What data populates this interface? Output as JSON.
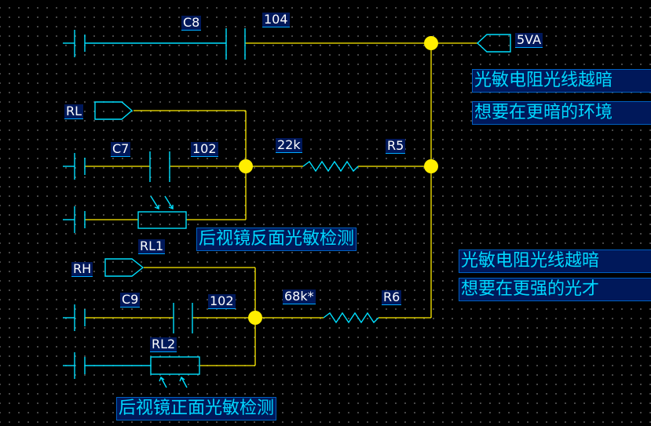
{
  "labels": {
    "c8": "C8",
    "c8_value": "104",
    "net_5va": "5VA",
    "net_rl": "RL",
    "c7": "C7",
    "c7_value": "102",
    "r5_value": "22k",
    "r5": "R5",
    "rl1": "RL1",
    "net_rh": "RH",
    "c9": "C9",
    "c9_value": "102",
    "r6_value": "68k*",
    "r6": "R6",
    "rl2": "RL2"
  },
  "notes": {
    "top_line1": "光敏电阻光线越暗",
    "top_line2": "想要在更暗的环境",
    "mid_line1": "光敏电阻光线越暗",
    "mid_line2": "想要在更强的光才",
    "title_back": "后视镜反面光敏检测",
    "title_front": "后视镜正面光敏检测"
  },
  "colors": {
    "background": "#000000",
    "wire": "#ffee00",
    "component": "#00e0ff",
    "junction": "#ffee00",
    "label_bg": "#00185a",
    "note_text": "#00d8ff"
  }
}
